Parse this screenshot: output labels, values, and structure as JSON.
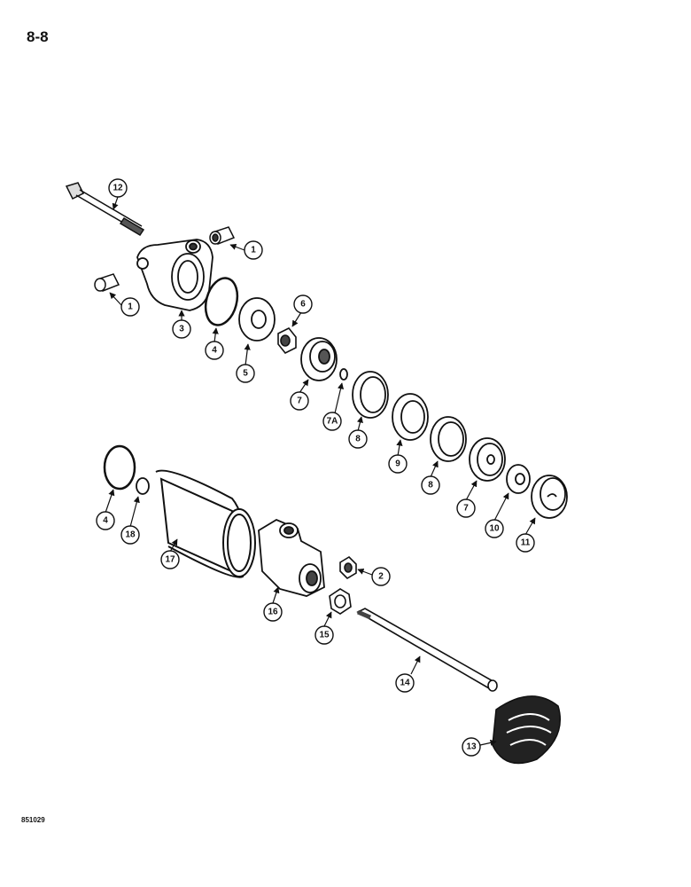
{
  "page": {
    "number": "8-8",
    "figure_code": "851029"
  },
  "callouts": [
    {
      "id": "c12",
      "label": "12"
    },
    {
      "id": "c1a",
      "label": "1"
    },
    {
      "id": "c1b",
      "label": "1"
    },
    {
      "id": "c3",
      "label": "3"
    },
    {
      "id": "c4a",
      "label": "4"
    },
    {
      "id": "c5",
      "label": "5"
    },
    {
      "id": "c6",
      "label": "6"
    },
    {
      "id": "c7a",
      "label": "7"
    },
    {
      "id": "c7A",
      "label": "7A"
    },
    {
      "id": "c8a",
      "label": "8"
    },
    {
      "id": "c9",
      "label": "9"
    },
    {
      "id": "c8b",
      "label": "8"
    },
    {
      "id": "c7b",
      "label": "7"
    },
    {
      "id": "c10",
      "label": "10"
    },
    {
      "id": "c11",
      "label": "11"
    },
    {
      "id": "c4b",
      "label": "4"
    },
    {
      "id": "c18",
      "label": "18"
    },
    {
      "id": "c17",
      "label": "17"
    },
    {
      "id": "c2",
      "label": "2"
    },
    {
      "id": "c16",
      "label": "16"
    },
    {
      "id": "c15",
      "label": "15"
    },
    {
      "id": "c14",
      "label": "14"
    },
    {
      "id": "c13",
      "label": "13"
    }
  ]
}
